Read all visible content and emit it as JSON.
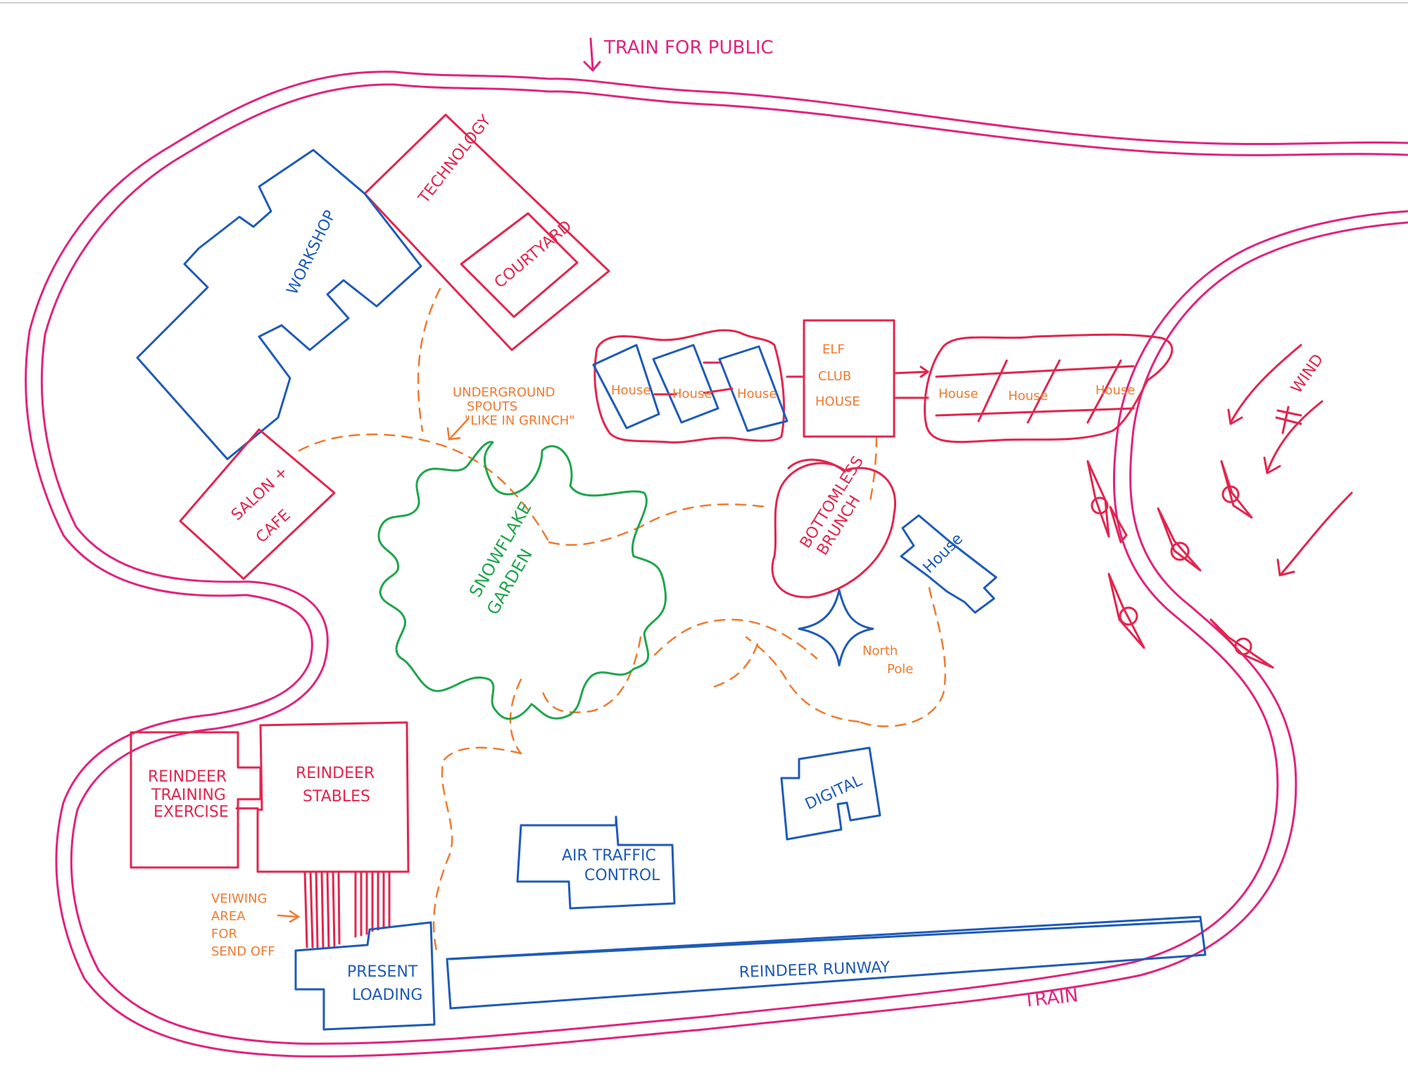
{
  "labels": {
    "train_public": "TRAIN FOR PUBLIC",
    "train_bottom": "TRAIN",
    "technology": "TECHNOLOGY",
    "courtyard": "COURTYARD",
    "workshop": "WORKSHOP",
    "salon_line1": "SALON +",
    "salon_line2": "CAFE",
    "underground_line1": "UNDERGROUND",
    "underground_line2": "SPOUTS",
    "underground_line3": "\"LIKE IN GRINCH\"",
    "snowflake_line1": "SNOWFLAKE",
    "snowflake_line2": "GARDEN",
    "house": "House",
    "elf_line1": "ELF",
    "elf_line2": "CLUB",
    "elf_line3": "HOUSE",
    "brunch_line1": "BOTTOMLESS",
    "brunch_line2": "BRUNCH",
    "north_pole_line1": "North",
    "north_pole_line2": "Pole",
    "wind": "WIND",
    "reindeer_training_line1": "REINDEER",
    "reindeer_training_line2": "TRAINING",
    "reindeer_training_line3": "EXERCISE",
    "reindeer_stables_line1": "REINDEER",
    "reindeer_stables_line2": "STABLES",
    "viewing_line1": "VEIWING",
    "viewing_line2": "AREA",
    "viewing_line3": "FOR",
    "viewing_line4": "SEND OFF",
    "present_line1": "PRESENT",
    "present_line2": "LOADING",
    "air_line1": "AIR TRAFFIC",
    "air_line2": "CONTROL",
    "digital": "DIGITAL",
    "runway": "REINDEER RUNWAY"
  },
  "colors": {
    "track": "#e0237f",
    "buildings": "#e2254e",
    "tech_buildings": "#1f5bb8",
    "garden": "#1fa64c",
    "paths": "#ef7a30"
  }
}
